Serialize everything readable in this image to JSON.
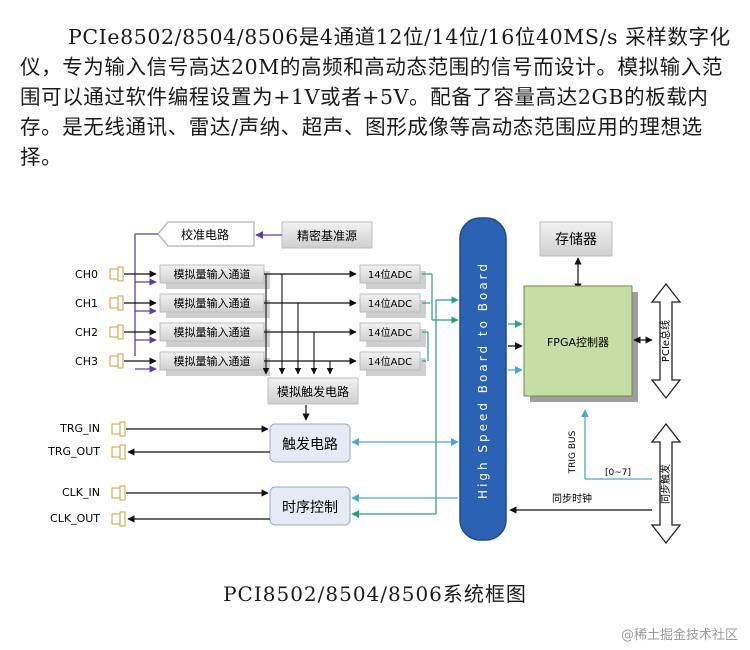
{
  "intro": "PCIe8502/8504/8506是4通道12位/14位/16位40MS/s 采样数字化仪，专为输入信号高达20M的高频和高动态范围的信号而设计。模拟输入范围可以通过软件编程设置为+1V或者+5V。配备了容量高达2GB的板载内存。是无线通讯、雷达/声纳、超声、图形成像等高动态范围应用的理想选择。",
  "diagram": {
    "calibration": "校准电路",
    "reference": "精密基准源",
    "channels": [
      {
        "name": "CH0",
        "path": "模拟量输入通道",
        "adc": "14位ADC"
      },
      {
        "name": "CH1",
        "path": "模拟量输入通道",
        "adc": "14位ADC"
      },
      {
        "name": "CH2",
        "path": "模拟量输入通道",
        "adc": "14位ADC"
      },
      {
        "name": "CH3",
        "path": "模拟量输入通道",
        "adc": "14位ADC"
      }
    ],
    "analog_trigger": "模拟触发电路",
    "trigger_circuit": "触发电路",
    "timing_control": "时序控制",
    "trg_in": "TRG_IN",
    "trg_out": "TRG_OUT",
    "clk_in": "CLK_IN",
    "clk_out": "CLK_OUT",
    "bus_label": "High Speed Board to Board",
    "memory": "存储器",
    "fpga": "FPGA控制器",
    "pcie_bus": "PCIe总线",
    "sync_trigger": "同步触发",
    "trig_bus": "TRIG BUS",
    "trig_range": "[0~7]",
    "sync_clock": "同步时钟"
  },
  "colors": {
    "high_speed_bus": "#2c62b4",
    "fpga_fill": "#c6dea6",
    "calibration_line": "#5a3ea8",
    "adc_link": "#2aa07a",
    "clock_link": "#4aa8d2"
  },
  "caption": "PCI8502/8504/8506系统框图",
  "watermark": "@稀土掘金技术社区"
}
